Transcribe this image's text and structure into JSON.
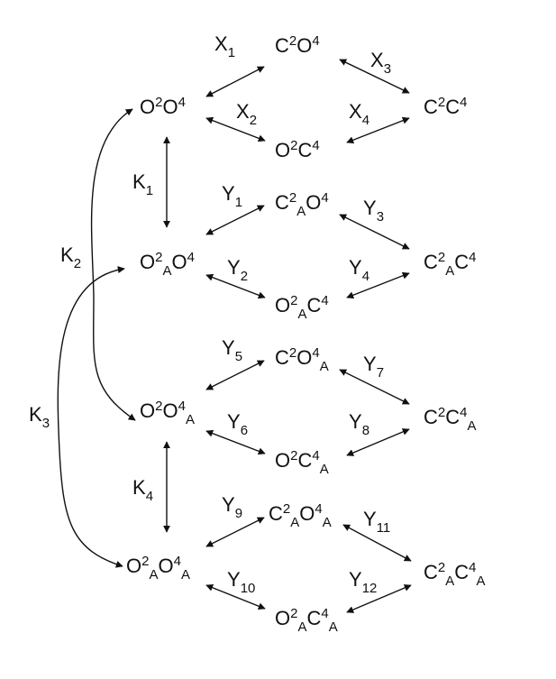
{
  "nodes": {
    "n1": {
      "parts": [
        [
          "C",
          ""
        ],
        [
          "2",
          "sup"
        ],
        [
          "O",
          ""
        ],
        [
          "4",
          "sup"
        ]
      ]
    },
    "n2": {
      "parts": [
        [
          "O",
          ""
        ],
        [
          "2",
          "sup"
        ],
        [
          "O",
          ""
        ],
        [
          "4",
          "sup"
        ]
      ]
    },
    "n3": {
      "parts": [
        [
          "C",
          ""
        ],
        [
          "2",
          "sup"
        ],
        [
          "C",
          ""
        ],
        [
          "4",
          "sup"
        ]
      ]
    },
    "n4": {
      "parts": [
        [
          "O",
          ""
        ],
        [
          "2",
          "sup"
        ],
        [
          "C",
          ""
        ],
        [
          "4",
          "sup"
        ]
      ]
    },
    "n5": {
      "parts": [
        [
          "C",
          ""
        ],
        [
          "2",
          "sup"
        ],
        [
          "A",
          "sub"
        ],
        [
          "O",
          ""
        ],
        [
          "4",
          "sup"
        ]
      ]
    },
    "n6": {
      "parts": [
        [
          "O",
          ""
        ],
        [
          "2",
          "sup"
        ],
        [
          "A",
          "sub"
        ],
        [
          "O",
          ""
        ],
        [
          "4",
          "sup"
        ]
      ]
    },
    "n7": {
      "parts": [
        [
          "C",
          ""
        ],
        [
          "2",
          "sup"
        ],
        [
          "A",
          "sub"
        ],
        [
          "C",
          ""
        ],
        [
          "4",
          "sup"
        ]
      ]
    },
    "n8": {
      "parts": [
        [
          "O",
          ""
        ],
        [
          "2",
          "sup"
        ],
        [
          "A",
          "sub"
        ],
        [
          "C",
          ""
        ],
        [
          "4",
          "sup"
        ]
      ]
    },
    "n9": {
      "parts": [
        [
          "C",
          ""
        ],
        [
          "2",
          "sup"
        ],
        [
          "O",
          ""
        ],
        [
          "4",
          "sup"
        ],
        [
          "A",
          "sub"
        ]
      ]
    },
    "n10": {
      "parts": [
        [
          "O",
          ""
        ],
        [
          "2",
          "sup"
        ],
        [
          "O",
          ""
        ],
        [
          "4",
          "sup"
        ],
        [
          "A",
          "sub"
        ]
      ]
    },
    "n11": {
      "parts": [
        [
          "C",
          ""
        ],
        [
          "2",
          "sup"
        ],
        [
          "C",
          ""
        ],
        [
          "4",
          "sup"
        ],
        [
          "A",
          "sub"
        ]
      ]
    },
    "n12": {
      "parts": [
        [
          "O",
          ""
        ],
        [
          "2",
          "sup"
        ],
        [
          "C",
          ""
        ],
        [
          "4",
          "sup"
        ],
        [
          "A",
          "sub"
        ]
      ]
    },
    "n13": {
      "parts": [
        [
          "C",
          ""
        ],
        [
          "2",
          "sup"
        ],
        [
          "A",
          "sub"
        ],
        [
          "O",
          ""
        ],
        [
          "4",
          "sup"
        ],
        [
          "A",
          "sub"
        ]
      ]
    },
    "n14": {
      "parts": [
        [
          "O",
          ""
        ],
        [
          "2",
          "sup"
        ],
        [
          "A",
          "sub"
        ],
        [
          "O",
          ""
        ],
        [
          "4",
          "sup"
        ],
        [
          "A",
          "sub"
        ]
      ]
    },
    "n15": {
      "parts": [
        [
          "C",
          ""
        ],
        [
          "2",
          "sup"
        ],
        [
          "A",
          "sub"
        ],
        [
          "C",
          ""
        ],
        [
          "4",
          "sup"
        ],
        [
          "A",
          "sub"
        ]
      ]
    },
    "n16": {
      "parts": [
        [
          "O",
          ""
        ],
        [
          "2",
          "sup"
        ],
        [
          "A",
          "sub"
        ],
        [
          "C",
          ""
        ],
        [
          "4",
          "sup"
        ],
        [
          "A",
          "sub"
        ]
      ]
    }
  },
  "labels": {
    "x1": {
      "base": "X",
      "sub": "1"
    },
    "x2": {
      "base": "X",
      "sub": "2"
    },
    "x3": {
      "base": "X",
      "sub": "3"
    },
    "x4": {
      "base": "X",
      "sub": "4"
    },
    "y1": {
      "base": "Y",
      "sub": "1"
    },
    "y2": {
      "base": "Y",
      "sub": "2"
    },
    "y3": {
      "base": "Y",
      "sub": "3"
    },
    "y4": {
      "base": "Y",
      "sub": "4"
    },
    "y5": {
      "base": "Y",
      "sub": "5"
    },
    "y6": {
      "base": "Y",
      "sub": "6"
    },
    "y7": {
      "base": "Y",
      "sub": "7"
    },
    "y8": {
      "base": "Y",
      "sub": "8"
    },
    "y9": {
      "base": "Y",
      "sub": "9"
    },
    "y10": {
      "base": "Y",
      "sub": "10"
    },
    "y11": {
      "base": "Y",
      "sub": "11"
    },
    "y12": {
      "base": "Y",
      "sub": "12"
    },
    "k1": {
      "base": "K",
      "sub": "1"
    },
    "k2": {
      "base": "K",
      "sub": "2"
    },
    "k3": {
      "base": "K",
      "sub": "3"
    },
    "k4": {
      "base": "K",
      "sub": "4"
    }
  },
  "colors": {
    "ink": "#111111",
    "background": "#ffffff"
  }
}
